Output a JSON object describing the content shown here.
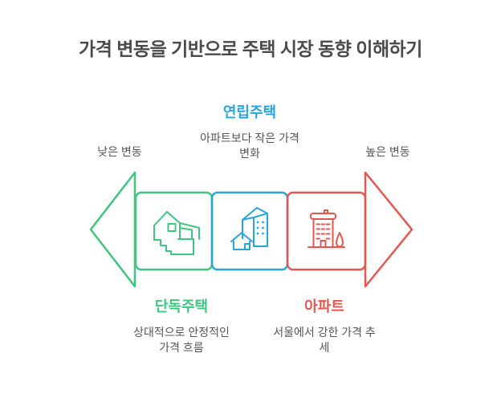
{
  "title": "가격 변동을 기반으로 주택 시장 동향 이해하기",
  "colors": {
    "green": "#3ec57f",
    "blue": "#29a4dd",
    "red": "#e4574e",
    "heading_text": "#4a4a4a",
    "body_text": "#555555"
  },
  "axis": {
    "left_label": "낮은 변동",
    "right_label": "높은 변동"
  },
  "categories": [
    {
      "name": "단독주택",
      "description": "상대적으로 안정적인\n가격 흐름",
      "color": "#3ec57f",
      "icon": "detached-house-icon"
    },
    {
      "name": "연립주택",
      "description": "아파트보다 작은 가격\n변화",
      "color": "#29a4dd",
      "icon": "row-house-icon"
    },
    {
      "name": "아파트",
      "description": "서울에서 강한 가격 추\n세",
      "color": "#e4574e",
      "icon": "apartment-building-icon"
    }
  ]
}
